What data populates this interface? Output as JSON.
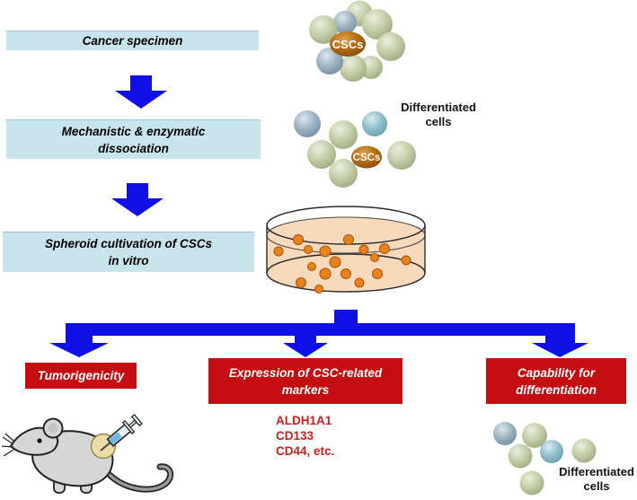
{
  "flow_boxes": {
    "step1": {
      "label": "Cancer specimen"
    },
    "step2": {
      "line1": "Mechanistic & enzymatic",
      "line2": "dissociation"
    },
    "step3": {
      "line1": "Spheroid cultivation of CSCs",
      "line2": "in vitro"
    }
  },
  "cell_clusters": {
    "csc_label_top": "CSCs",
    "csc_label_middle": "CSCs",
    "differentiated_top": {
      "line1": "Differentiated",
      "line2": "cells"
    },
    "differentiated_bottom": {
      "line1": "Differentiated",
      "line2": "cells"
    }
  },
  "outcomes": {
    "tumorigenicity": {
      "label": "Tumorigenicity"
    },
    "markers_box": {
      "line1": "Expression of CSC-related",
      "line2": "markers"
    },
    "differentiation_box": {
      "line1": "Capability for",
      "line2": "differentiation"
    }
  },
  "marker_list": [
    "ALDH1A1",
    "CD133",
    "CD44, etc."
  ],
  "colors": {
    "flow_box_bg": "#C7E3EC",
    "outcome_box_bg": "#C40D11",
    "arrow_blue": "#1010E6",
    "marker_text": "#C42021",
    "spheroid_orange": "#E8821E",
    "dish_fill": "#F7DABC",
    "csc_sphere_brown": "#9C5708",
    "cell_green": "#A9B88C",
    "cell_blue_gray": "#7F99AE",
    "cell_teal": "#7FAEBB"
  }
}
